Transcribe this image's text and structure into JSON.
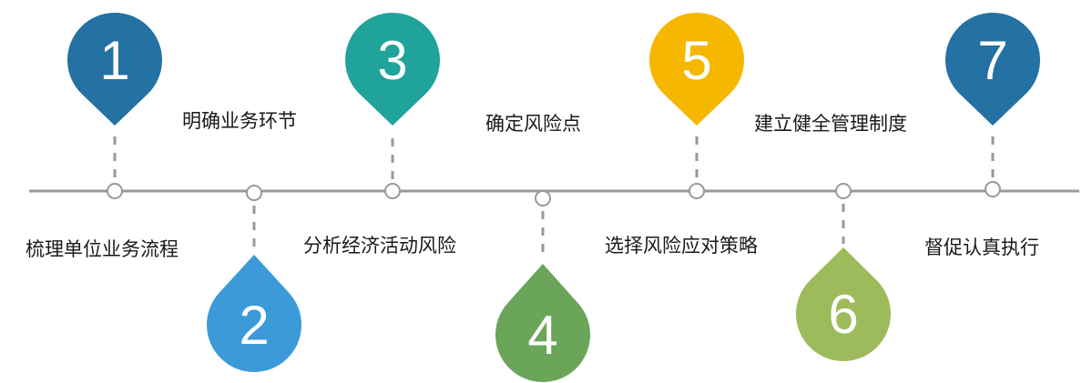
{
  "steps": [
    {
      "number": "1",
      "label": "梳理单位业务流程",
      "color": "#2471a3"
    },
    {
      "number": "2",
      "label": "明确业务环节",
      "color": "#3c9ad9"
    },
    {
      "number": "3",
      "label": "分析经济活动风险",
      "color": "#1fa39a"
    },
    {
      "number": "4",
      "label": "确定风险点",
      "color": "#6aa55a"
    },
    {
      "number": "5",
      "label": "选择风险应对策略",
      "color": "#f5b700"
    },
    {
      "number": "6",
      "label": "建立健全管理制度",
      "color": "#9dbb5a"
    },
    {
      "number": "7",
      "label": "督促认真执行",
      "color": "#2471a3"
    }
  ],
  "colors": {
    "timeline": "#999999",
    "dash": "#999999",
    "node_fill": "#ffffff",
    "node_stroke": "#999999"
  }
}
